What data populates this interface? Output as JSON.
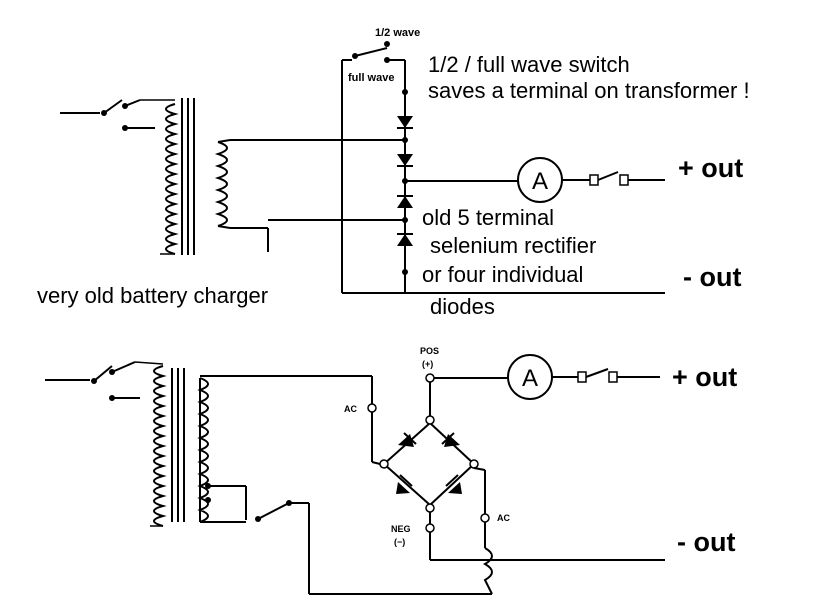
{
  "top": {
    "switch_half_label": "1/2 wave",
    "switch_full_label": "full wave",
    "note_line1": "1/2 / full wave switch",
    "note_line2": "saves a terminal on transformer !",
    "rectifier_line1": "old 5 terminal",
    "rectifier_line2": "selenium rectifier",
    "rectifier_line3": "or four individual",
    "rectifier_line4": "diodes",
    "charger_label": "very old battery charger",
    "plus_out": "+ out",
    "minus_out": "- out",
    "meter_label": "A"
  },
  "bottom": {
    "pos_label": "POS",
    "pos_sign": "(+)",
    "neg_label": "NEG",
    "neg_sign": "(−)",
    "ac_left": "AC",
    "ac_right": "AC",
    "plus_out": "+ out",
    "minus_out": "- out",
    "meter_label": "A"
  }
}
